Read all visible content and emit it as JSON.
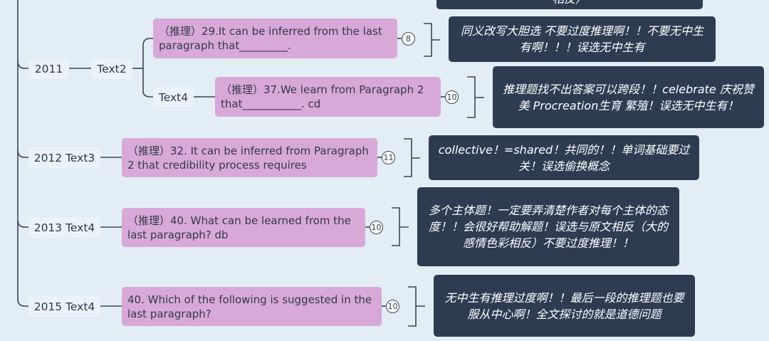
{
  "colors": {
    "background": "#e3edf5",
    "line": "#3a4656",
    "question_fill": "#d8a8d9",
    "note_fill": "#2e3c52",
    "label_fill": "#ecf2f7"
  },
  "top_note_fragment": "相反）",
  "years": [
    {
      "label": "2011",
      "text_label": "Text2",
      "children": [
        {
          "question": "（推理）29.It can be inferred from the last paragraph that_________.",
          "score": "8",
          "note": "同义改写大胆选 不要过度推理啊！！不要无中生有啊！！！误选无中生有"
        },
        {
          "sub_label": "Text4",
          "question": "（推理）37.We learn from Paragraph 2 that___________. cd",
          "score": "10",
          "note": "推理题找不出答案可以跨段！！celebrate 庆祝赞美 Procreation生育 繁殖！误选无中生有！"
        }
      ]
    },
    {
      "label": "2012 Text3",
      "question": "（推理）32.  It can be inferred from Paragraph 2 that credibility process requires",
      "score": "11",
      "note": "collective！=shared！共同的！！单词基础要过关！误选偷换概念"
    },
    {
      "label": "2013 Text4",
      "question": "（推理）40. What can be learned from the last paragraph? db",
      "score": "10",
      "note": "多个主体题！一定要弄清楚作者对每个主体的态度！！会很好帮助解题！误选与原文相反（大的感情色彩相反）不要过度推理！！"
    },
    {
      "label": "2015 Text4",
      "question": "40. Which of the following is suggested in the last paragraph?",
      "score": "10",
      "note": "无中生有推理过度啊！！最后一段的推理题也要服从中心啊！全文探讨的就是道德问题"
    }
  ]
}
